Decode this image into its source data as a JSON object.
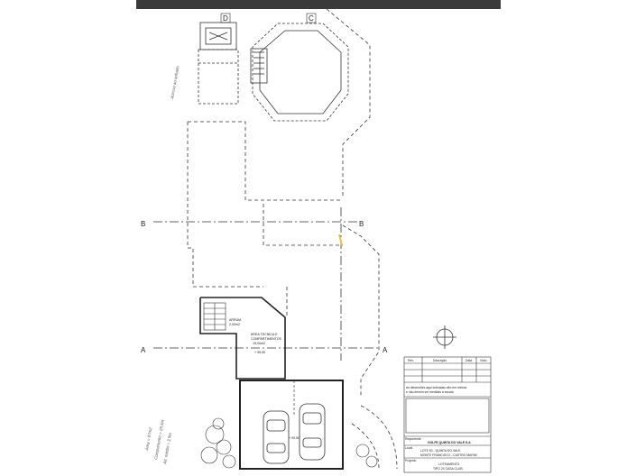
{
  "section_markers": {
    "D": "D",
    "C": "C",
    "B_left": "B",
    "B_right": "B",
    "A_left": "A",
    "A_right": "A"
  },
  "room_labels": {
    "technical_area": "AREA TECNICA E",
    "technical_area_2": "COMPARTIMENTOS",
    "technical_area_3": "15,00m2",
    "technical_level": "+ 99,50",
    "storage": "ARRUM.",
    "storage_2": "2,00m2",
    "garage_level": "+ 99,50"
  },
  "title_block": {
    "revision_headers": [
      "Rev.",
      "Descrição",
      "Data",
      "Visto"
    ],
    "note_line_1": "As dimensões aqui indicadas são em metros",
    "note_line_2": "e não devem ser medidas à escala",
    "owner_label": "Requerente",
    "owner": "GOLFE QUINTA DO VALE S.A",
    "location_label": "Local",
    "location_1": "LOTE 53 - QUINTA DO VALE",
    "location_2": "MONTE FRANCISCO - CASTRO MARIM",
    "project_label": "Projecto",
    "project_1": "LOTEAMENTO",
    "project_2": "TIPO 24 CASA CLUB"
  },
  "handwritten_notes": {
    "top": "Acesso ao telhado",
    "left_1": "Área = 97m2",
    "left_2": "Comprimento = 25,5m",
    "left_3": "Alt. média = 3,5m"
  },
  "colors": {
    "line": "#333333",
    "top_bar": "#3a3a3a",
    "highlight": "#e8c04a"
  }
}
